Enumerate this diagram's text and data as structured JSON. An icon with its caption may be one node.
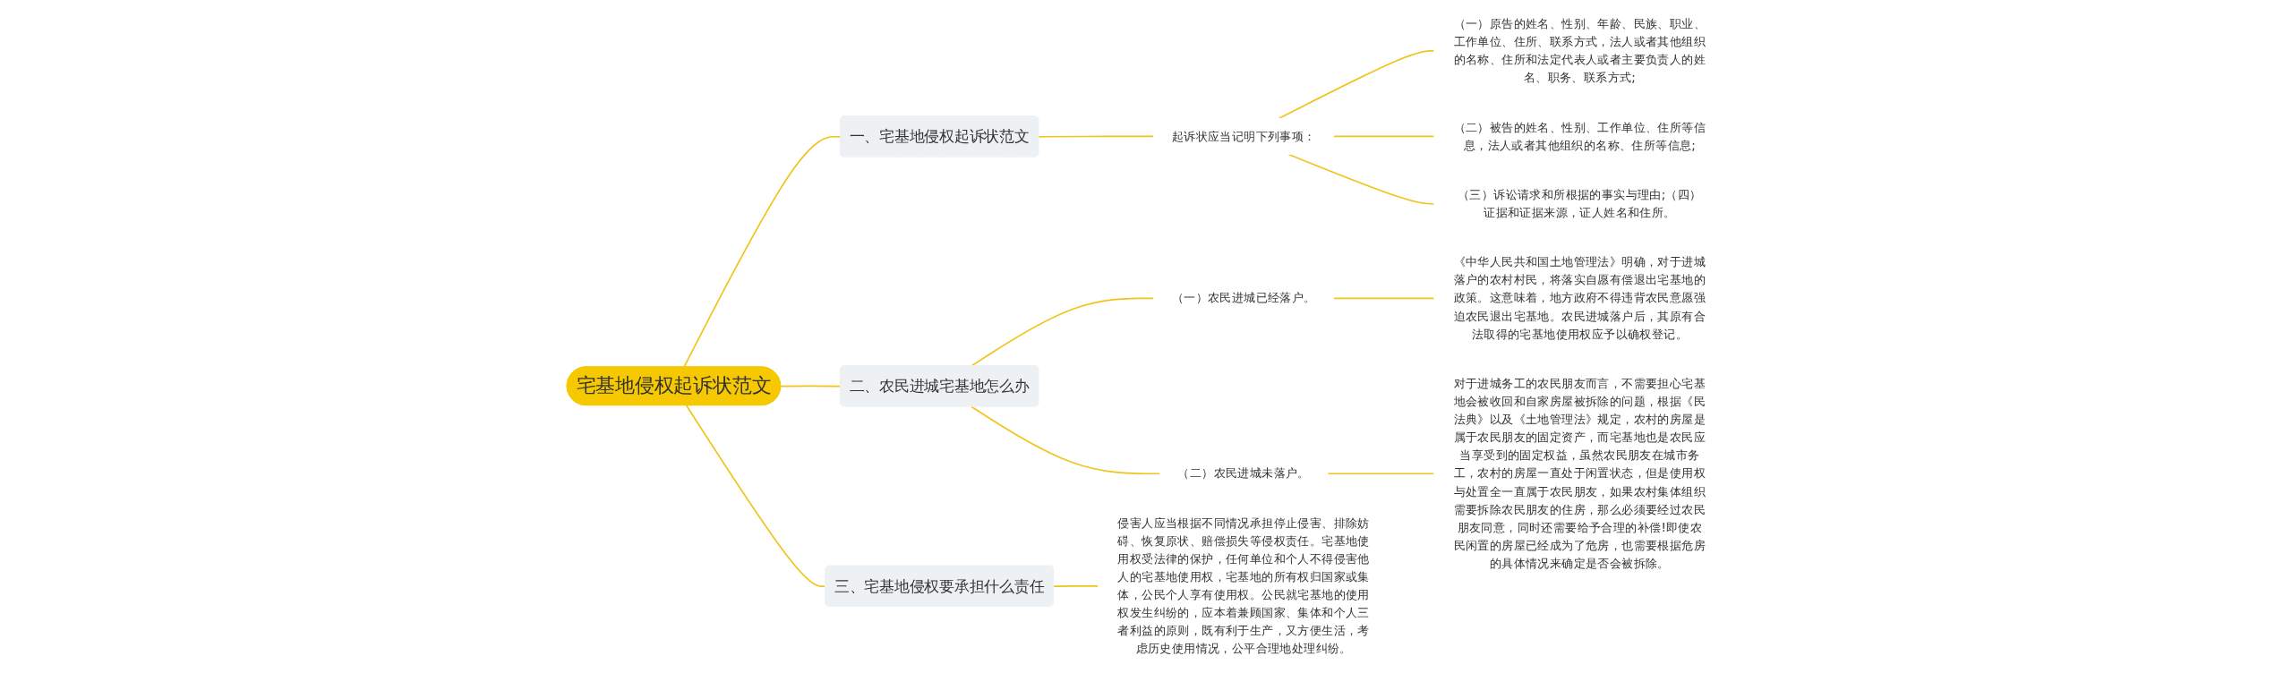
{
  "diagram": {
    "nodes": [
      {
        "text": [
          "宅基地侵权起诉状范文"
        ]
      },
      {
        "text": [
          "一、宅基地侵权起诉状范文"
        ]
      },
      {
        "text": [
          "起诉状应当记明下列事项："
        ]
      },
      {
        "text": [
          "（一）原告的姓名、性别、年龄、民族、职业、工作单位、住所、联系方式，法人或者其他组织的名称、住所和法定代表人或者主要负责人的姓名、职务、联系方式;"
        ]
      },
      {
        "text": [
          "（二）被告的姓名、性别、工作单位、住所等信息，法人或者其他组织的名称、住所等信息;"
        ]
      },
      {
        "text": [
          "（三）诉讼请求和所根据的事实与理由;（四）证据和证据来源，证人姓名和住所。"
        ]
      },
      {
        "text": [
          "二、农民进城宅基地怎么办"
        ]
      },
      {
        "text": [
          "（一）农民进城已经落户。"
        ]
      },
      {
        "text": [
          "《中华人民共和国土地管理法》明确，对于进城落户的农村村民，将落实自愿有偿退出宅基地的政策。这意味着，地方政府不得违背农民意愿强迫农民退出宅基地。农民进城落户后，其原有合法取得的宅基地使用权应予以确权登记。"
        ]
      },
      {
        "text": [
          "（二）农民进城未落户。"
        ]
      },
      {
        "text": [
          "对于进城务工的农民朋友而言，不需要担心宅基地会被收回和自家房屋被拆除的问题，根据《民法典》以及《土地管理法》规定，农村的房屋是属于农民朋友的固定资产，而宅基地也是农民应当享受到的固定权益，虽然农民朋友在城市务工，农村的房屋一直处于闲置状态，但是使用权与处置全一直属于农民朋友，如果农村集体组织需要拆除农民朋友的住房，那么必须要经过农民朋友同意，同时还需要给予合理的补偿!即使农民闲置的房屋已经成为了危房，也需要根据危房的具体情况来确定是否会被拆除。"
        ]
      },
      {
        "text": [
          "三、宅基地侵权要承担什么责任"
        ]
      },
      {
        "text": [
          "侵害人应当根据不同情况承担停止侵害、排除妨碍、恢复原状、赔偿损失等侵权责任。宅基地使用权受法律的保护，任何单位和个人不得侵害他人的宅基地使用权，宅基地的所有权归国家或集体，公民个人享有使用权。公民就宅基地的使用权发生纠纷的，应本着兼顾国家、集体和个人三者利益的原则，既有利于生产，又方便生活，考虑历史使用情况，公平合理地处理纠纷。"
        ]
      }
    ],
    "edges": [
      {
        "from": 0,
        "to": 1,
        "arrow": "none"
      },
      {
        "from": 1,
        "to": 2,
        "arrow": "none"
      },
      {
        "from": 2,
        "to": 3,
        "arrow": "none"
      },
      {
        "from": 2,
        "to": 4,
        "arrow": "none"
      },
      {
        "from": 2,
        "to": 5,
        "arrow": "none"
      },
      {
        "from": 0,
        "to": 6,
        "arrow": "none"
      },
      {
        "from": 6,
        "to": 7,
        "arrow": "none"
      },
      {
        "from": 7,
        "to": 8,
        "arrow": "none"
      },
      {
        "from": 6,
        "to": 9,
        "arrow": "none"
      },
      {
        "from": 9,
        "to": 10,
        "arrow": "none"
      },
      {
        "from": 0,
        "to": 11,
        "arrow": "none"
      },
      {
        "from": 11,
        "to": 12,
        "arrow": "none"
      }
    ]
  }
}
